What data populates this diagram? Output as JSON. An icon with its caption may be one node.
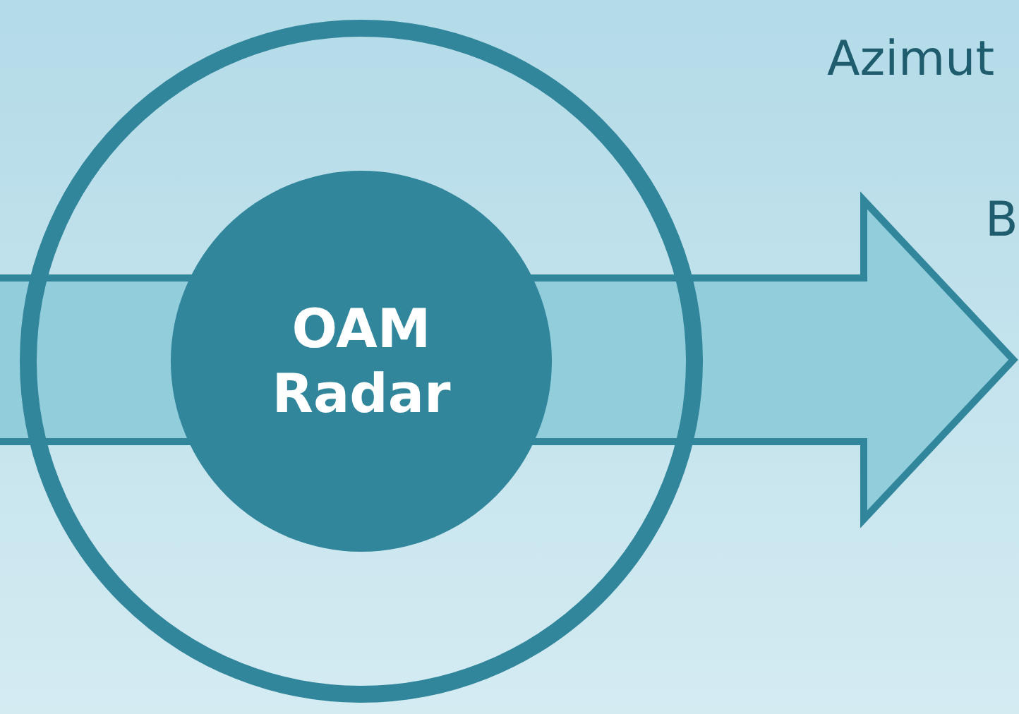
{
  "diagram": {
    "nodes": [
      {
        "text": [],
        "shape": "circle"
      },
      {
        "text": [
          "OAM Radar"
        ],
        "in": 0
      }
    ],
    "labels": [
      "Azimut",
      "B"
    ]
  }
}
